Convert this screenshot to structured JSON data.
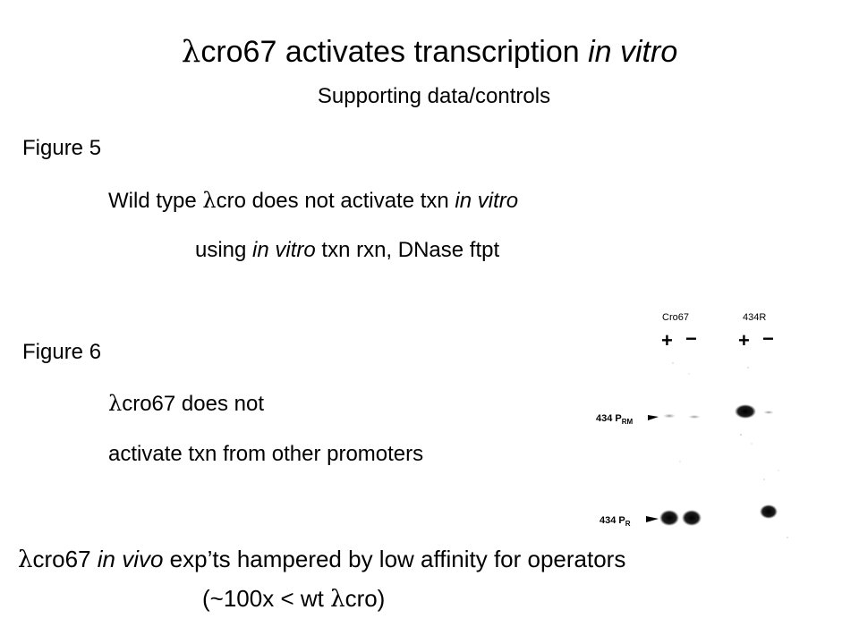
{
  "title": {
    "lambda": "λ",
    "main": "cro67 activates transcription ",
    "italic": "in vitro"
  },
  "subtitle": "Supporting data/controls",
  "figure5": {
    "label": "Figure 5",
    "line1": {
      "pre": "Wild type ",
      "lambda": "λ",
      "mid": "cro does not activate txn ",
      "italic": "in vitro"
    },
    "line2": {
      "pre": "using ",
      "italic": "in vitro",
      "post": " txn rxn, DNase ftpt"
    }
  },
  "figure6": {
    "label": "Figure 6",
    "line1": {
      "lambda": "λ",
      "text": "cro67 does not"
    },
    "line2": "activate txn from other promoters"
  },
  "gel": {
    "lane_groups": [
      "Cro67",
      "434R"
    ],
    "lane_signs": [
      "+",
      "−",
      "+",
      "−"
    ],
    "band_labels": [
      {
        "prefix": "434 P",
        "sub": "RM"
      },
      {
        "prefix": "434 P",
        "sub": "R"
      }
    ]
  },
  "bottom": {
    "line1": {
      "lambda": "λ",
      "pre": "cro67 ",
      "italic": "in vivo",
      "post": " exp’ts hampered by low affinity for operators"
    },
    "line2": {
      "pre": "(~100x < wt ",
      "lambda": "λ",
      "post": "cro)"
    }
  }
}
